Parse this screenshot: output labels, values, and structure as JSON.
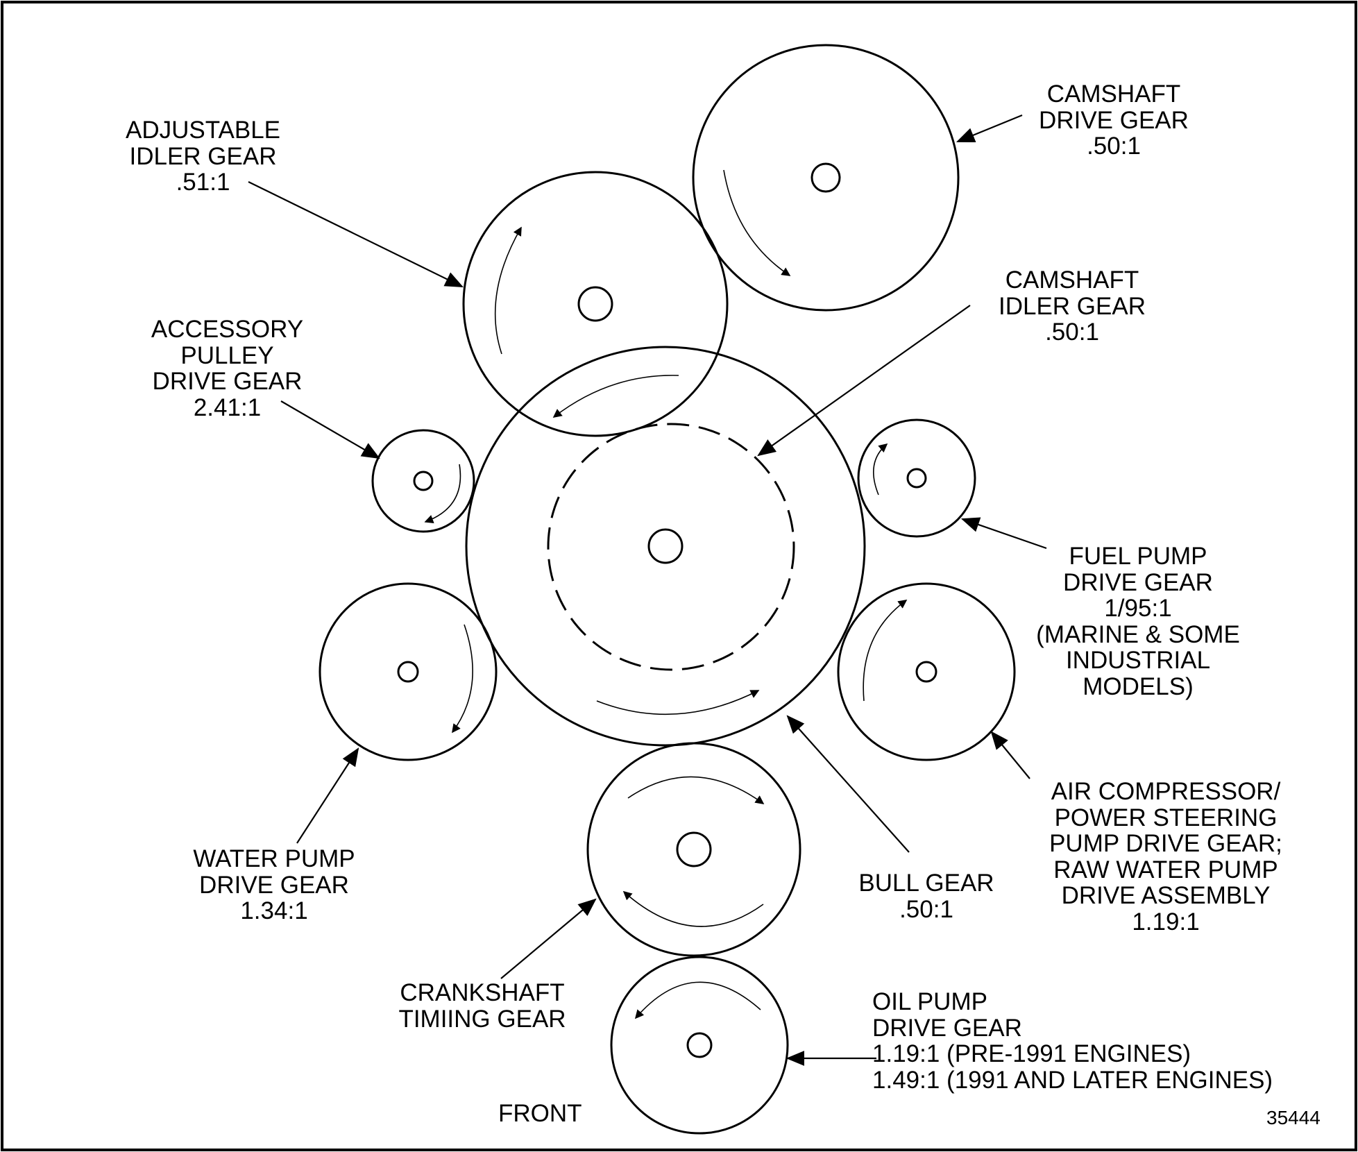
{
  "labels": {
    "adjustable_idler": [
      "ADJUSTABLE",
      "IDLER GEAR",
      ".51:1"
    ],
    "camshaft_drive": [
      "CAMSHAFT",
      "DRIVE GEAR",
      ".50:1"
    ],
    "camshaft_idler": [
      "CAMSHAFT",
      "IDLER GEAR",
      ".50:1"
    ],
    "accessory_pulley": [
      "ACCESSORY",
      "PULLEY",
      "DRIVE GEAR",
      "2.41:1"
    ],
    "fuel_pump": [
      "FUEL PUMP",
      "DRIVE GEAR",
      "1/95:1",
      "(MARINE & SOME",
      "INDUSTRIAL",
      "MODELS)"
    ],
    "air_compressor": [
      "AIR COMPRESSOR/",
      "POWER STEERING",
      "PUMP DRIVE GEAR;",
      "RAW WATER PUMP",
      "DRIVE ASSEMBLY",
      "1.19:1"
    ],
    "water_pump": [
      "WATER PUMP",
      "DRIVE GEAR",
      "1.34:1"
    ],
    "bull_gear": [
      "BULL GEAR",
      ".50:1"
    ],
    "crankshaft": [
      "CRANKSHAFT",
      "TIMIING GEAR"
    ],
    "oil_pump": [
      "OIL PUMP",
      "DRIVE GEAR",
      "1.19:1 (PRE-1991 ENGINES)",
      "1.49:1 (1991 AND LATER ENGINES)"
    ],
    "front": "FRONT",
    "figure_number": "35444"
  }
}
